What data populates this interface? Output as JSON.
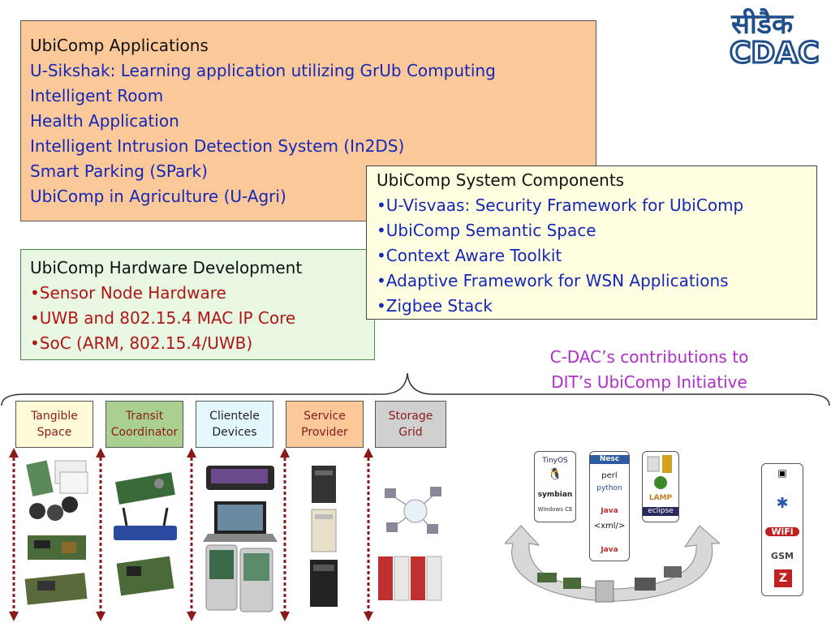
{
  "logo": {
    "hindi_text": "सीडैक",
    "latin_text": "CDAC"
  },
  "apps": {
    "title": "UbiComp Applications",
    "items": [
      "U-Sikshak: Learning application utilizing GrUb Computing",
      "Intelligent Room",
      "Health Application",
      "Intelligent Intrusion Detection System (In2DS)",
      "Smart Parking (SPark)",
      "UbiComp in Agriculture (U-Agri)"
    ]
  },
  "system": {
    "title": "UbiComp System Components",
    "items": [
      "•U-Visvaas: Security Framework for UbiComp",
      "•UbiComp Semantic Space",
      "•Context Aware Toolkit",
      "•Adaptive Framework for WSN Applications",
      "•Zigbee Stack"
    ]
  },
  "hardware": {
    "title": "UbiComp Hardware Development",
    "items": [
      "•Sensor Node Hardware",
      "•UWB and 802.15.4 MAC IP Core",
      "•SoC (ARM, 802.15.4/UWB)"
    ]
  },
  "contribution": {
    "line1": "C-DAC’s contributions to",
    "line2": "DIT’s UbiComp Initiative"
  },
  "categories": [
    {
      "line1": "Tangible",
      "line2": "Space",
      "bg": "#fffbd8",
      "color": "#8b1a1a"
    },
    {
      "line1": "Transit",
      "line2": "Coordinator",
      "bg": "#a9d08e",
      "color": "#8b1a1a"
    },
    {
      "line1": "Clientele",
      "line2": "Devices",
      "bg": "#e4f7fb",
      "color": "#222222"
    },
    {
      "line1": "Service",
      "line2": "Provider",
      "bg": "#fbc89a",
      "color": "#8b1a1a"
    },
    {
      "line1": "Storage",
      "line2": "Grid",
      "bg": "#d0d0d0",
      "color": "#8b1a1a"
    }
  ],
  "software": {
    "os": [
      "TinyOS",
      "symbian",
      "Windows CE"
    ],
    "tools": [
      "Nesc",
      "perl",
      "python",
      "Java",
      "<xml/>",
      "Java"
    ],
    "stacks": [
      "LAMP",
      "eclipse"
    ],
    "wireless": [
      "WiFi",
      "GSM"
    ]
  },
  "colors": {
    "arrow": "#8b1a1a",
    "blue_text": "#1428b8",
    "red_text": "#b01616",
    "magenta": "#b02ec9"
  }
}
